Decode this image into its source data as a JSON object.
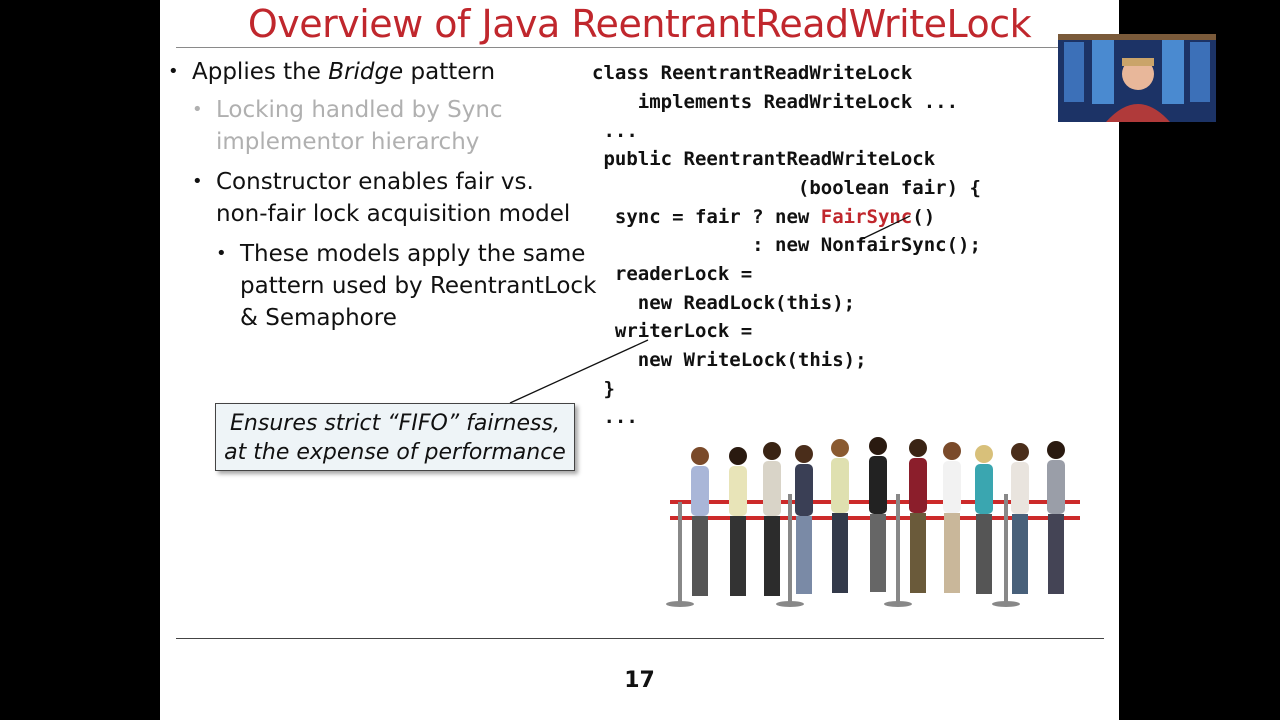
{
  "slide": {
    "title": "Overview of Java ReentrantReadWriteLock",
    "page_number": "17",
    "bullets": [
      {
        "pre": "Applies the ",
        "em": "Bridge",
        "post": " pattern"
      },
      {
        "line1": "Locking handled by Sync",
        "line2": "implementor hierarchy"
      },
      {
        "line1": "Constructor enables fair vs.",
        "line2": "non-fair lock acquisition model"
      },
      {
        "line1": "These models apply the same",
        "line2": "pattern used by ReentrantLock",
        "line3": "& Semaphore"
      }
    ],
    "code": {
      "l1": "class ReentrantReadWriteLock",
      "l2": "    implements ReadWriteLock ...",
      "l3": " ...",
      "l4": " public ReentrantReadWriteLock",
      "l5": "                  (boolean fair) {",
      "l6a": "  sync = fair ? new ",
      "l6b": "FairSync",
      "l6c": "()",
      "l7": "              : new NonfairSync();",
      "l8": "  readerLock =",
      "l9": "    new ReadLock(this);",
      "l10": "  writerLock =",
      "l11": "    new WriteLock(this);",
      "l12": " }",
      "l13": " ..."
    },
    "callout": {
      "line1": "Ensures strict “FIFO” fairness,",
      "line2": "at the expense of performance"
    }
  },
  "colors": {
    "title_red": "#c0272d",
    "gray_text": "#b0b0b0",
    "callout_bg": "#eef4f7",
    "frame_black": "#000000"
  },
  "icons": [
    "bullet-dot-icon",
    "presenter-webcam",
    "queue-illustration"
  ]
}
